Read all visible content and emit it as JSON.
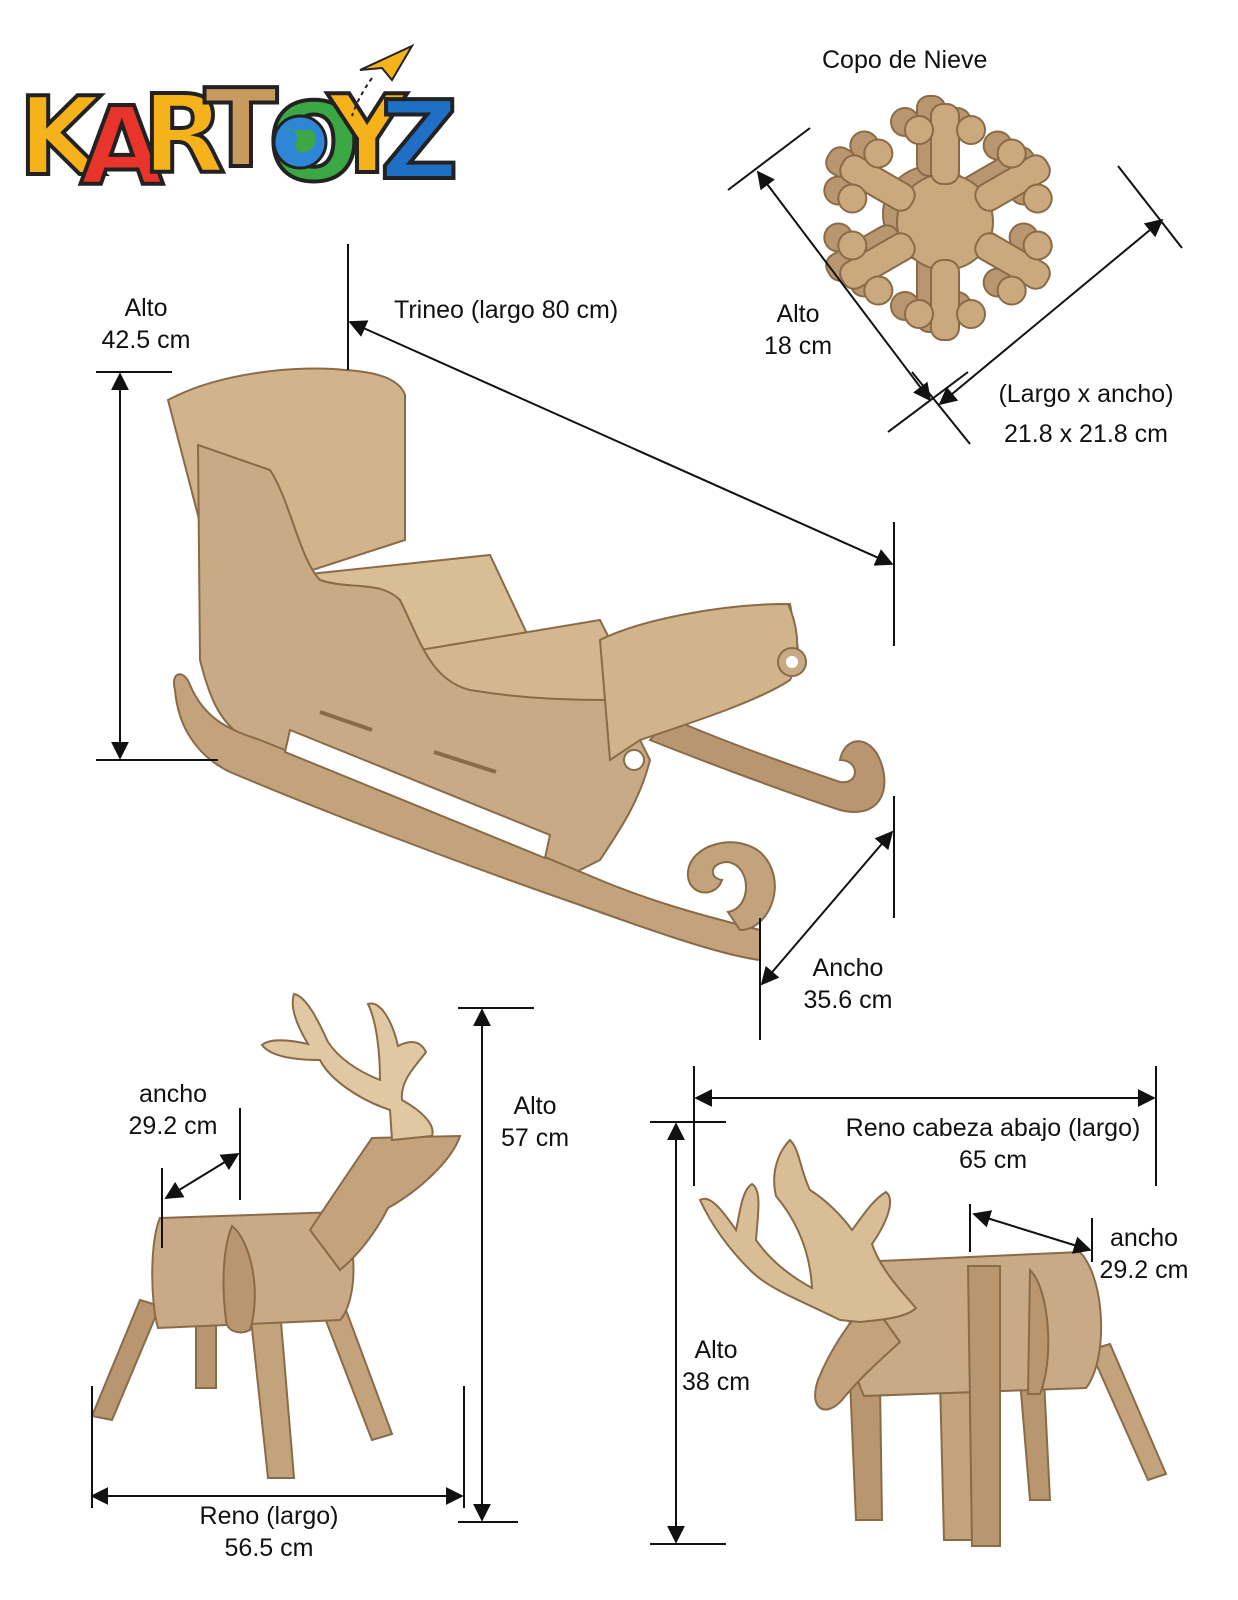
{
  "brand": {
    "name": "KARTOYZ",
    "letters": [
      {
        "char": "K",
        "color": "#f6b21b"
      },
      {
        "char": "A",
        "color": "#e8342a"
      },
      {
        "char": "R",
        "color": "#f6b21b"
      },
      {
        "char": "T",
        "color": "#c89a5e"
      },
      {
        "char": "O",
        "color": "#3ba745"
      },
      {
        "char": "Y",
        "color": "#f6b21b"
      },
      {
        "char": "Z",
        "color": "#1f6fc4"
      }
    ],
    "plane_icon": "paper-plane-icon",
    "globe_icon": "globe-icon"
  },
  "colors": {
    "cardboard": "#c8aa86",
    "cardboard_dark": "#a88a66",
    "cardboard_edge": "#8a6b48",
    "line": "#111111"
  },
  "snowflake": {
    "title": "Copo de Nieve",
    "height_label": "Alto",
    "height_value": "18 cm",
    "size_label": "(Largo x ancho)",
    "size_value": "21.8 x 21.8 cm"
  },
  "sled": {
    "height_label": "Alto",
    "height_value": "42.5 cm",
    "length_label": "Trineo (largo 80 cm)",
    "width_label": "Ancho",
    "width_value": "35.6 cm"
  },
  "reindeer_standing": {
    "width_label": "ancho",
    "width_value": "29.2 cm",
    "height_label": "Alto",
    "height_value": "57 cm",
    "length_label": "Reno (largo)",
    "length_value": "56.5 cm"
  },
  "reindeer_head_down": {
    "length_label": "Reno cabeza abajo (largo)",
    "length_value": "65 cm",
    "width_label": "ancho",
    "width_value": "29.2 cm",
    "height_label": "Alto",
    "height_value": "38 cm"
  }
}
